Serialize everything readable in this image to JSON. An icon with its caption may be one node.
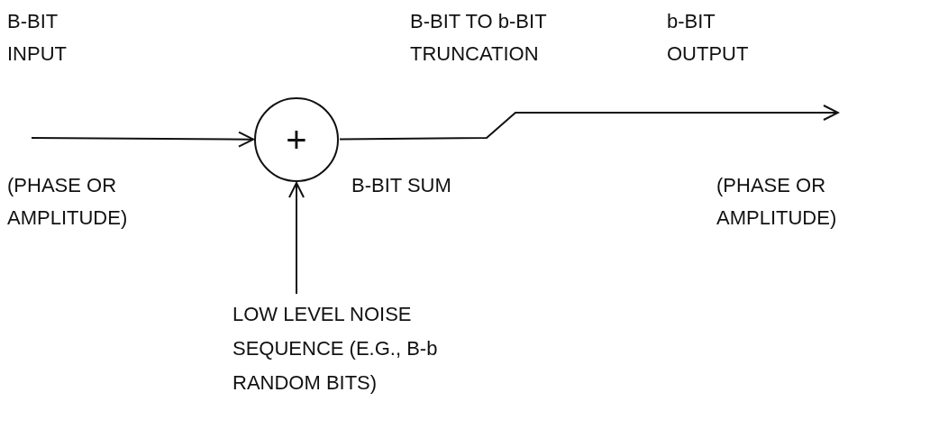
{
  "diagram": {
    "nodes": [
      {
        "text": [
          "+"
        ]
      },
      {
        "text": [
          "LOW LEVEL NOISE SEQUENCE (E.G., B-b RANDOM BITS)"
        ]
      }
    ],
    "edges": [
      {
        "from": null,
        "to": 0,
        "arrow": "to"
      },
      {
        "from": 1,
        "to": 0,
        "arrow": "to"
      },
      {
        "from": 0,
        "to": null,
        "arrow": "to"
      }
    ],
    "labels": [
      "B-BIT INPUT",
      "B-BIT TO b-BIT TRUNCATION",
      "b-BIT OUTPUT",
      "(PHASE OR AMPLITUDE)",
      "B-BIT SUM",
      "(PHASE OR AMPLITUDE)"
    ]
  }
}
